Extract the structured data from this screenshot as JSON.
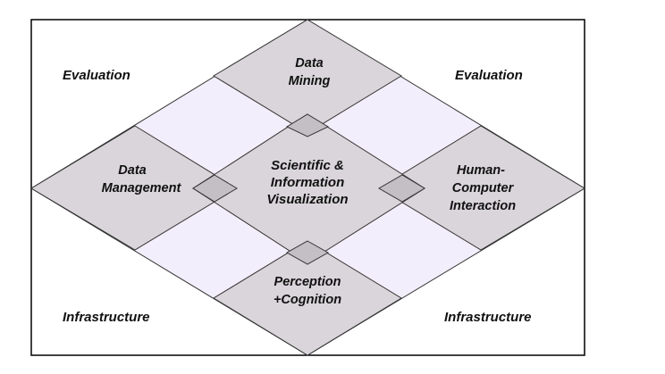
{
  "colors": {
    "background": "#ffffff",
    "frame": "#000000",
    "diamond_fill": "#d9d5da",
    "light_fill": "#f3eefb",
    "overlap_fill": "#c3bfc4",
    "stroke": "#333333"
  },
  "corners": {
    "top_left": "Evaluation",
    "top_right": "Evaluation",
    "bottom_left": "Infrastructure",
    "bottom_right": "Infrastructure"
  },
  "boxes": {
    "top": [
      "Data",
      "Mining"
    ],
    "left": [
      "Data",
      "Management"
    ],
    "right": [
      "Human-",
      "Computer",
      "Interaction"
    ],
    "bottom": [
      "Perception",
      "+Cognition"
    ],
    "center": [
      "Scientific &",
      "Information",
      "Visualization"
    ]
  }
}
